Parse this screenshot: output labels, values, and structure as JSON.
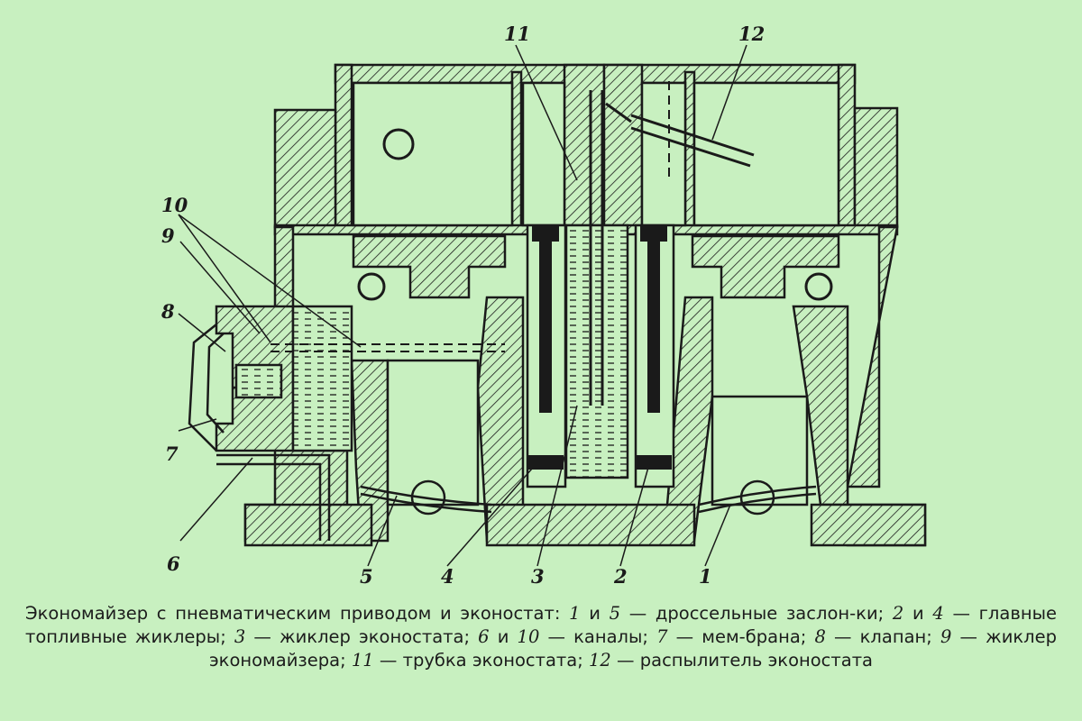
{
  "callouts": {
    "c1": "1",
    "c2": "2",
    "c3": "3",
    "c4": "4",
    "c5": "5",
    "c6": "6",
    "c7": "7",
    "c8": "8",
    "c9": "9",
    "c10": "10",
    "c11": "11",
    "c12": "12"
  },
  "caption": {
    "t1": "Экономайзер с пневматическим приводом и эконостат: ",
    "n1": "1",
    "t2": " и ",
    "n2": "5",
    "t3": " — дроссельные заслон-ки; ",
    "n3": "2",
    "t4": " и ",
    "n4": "4",
    "t5": " — главные топливные жиклеры; ",
    "n5": "3",
    "t6": " — жиклер эконостата; ",
    "n6": "6",
    "t7": " и ",
    "n7": "10",
    "t8": " — каналы; ",
    "n8": "7",
    "t9": " — мем-брана; ",
    "n9": "8",
    "t10": " — клапан; ",
    "n10": "9",
    "t11": " — жиклер экономайзера; ",
    "n11": "11",
    "t12": " — трубка эконостата; ",
    "n12": "12",
    "t13": " — распылитель эконостата"
  },
  "colors": {
    "background": "#c8f0c0",
    "ink": "#1a1a1a"
  }
}
